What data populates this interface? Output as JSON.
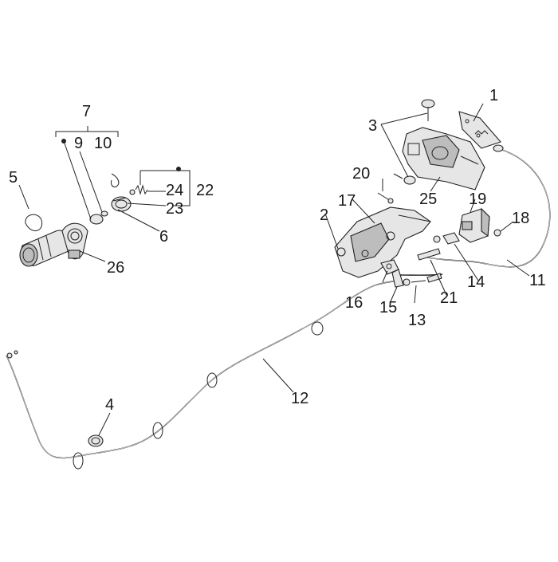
{
  "diagram": {
    "callouts": [
      {
        "id": "c1",
        "label": "1"
      },
      {
        "id": "c2",
        "label": "2"
      },
      {
        "id": "c3",
        "label": "3"
      },
      {
        "id": "c4",
        "label": "4"
      },
      {
        "id": "c5",
        "label": "5"
      },
      {
        "id": "c6",
        "label": "6"
      },
      {
        "id": "c7",
        "label": "7"
      },
      {
        "id": "c9",
        "label": "9"
      },
      {
        "id": "c10",
        "label": "10"
      },
      {
        "id": "c11",
        "label": "11"
      },
      {
        "id": "c12",
        "label": "12"
      },
      {
        "id": "c13",
        "label": "13"
      },
      {
        "id": "c14",
        "label": "14"
      },
      {
        "id": "c15",
        "label": "15"
      },
      {
        "id": "c16",
        "label": "16"
      },
      {
        "id": "c17",
        "label": "17"
      },
      {
        "id": "c18",
        "label": "18"
      },
      {
        "id": "c19",
        "label": "19"
      },
      {
        "id": "c20",
        "label": "20"
      },
      {
        "id": "c21",
        "label": "21"
      },
      {
        "id": "c22",
        "label": "22"
      },
      {
        "id": "c23",
        "label": "23"
      },
      {
        "id": "c24",
        "label": "24"
      },
      {
        "id": "c25",
        "label": "25"
      },
      {
        "id": "c26",
        "label": "26"
      }
    ]
  }
}
